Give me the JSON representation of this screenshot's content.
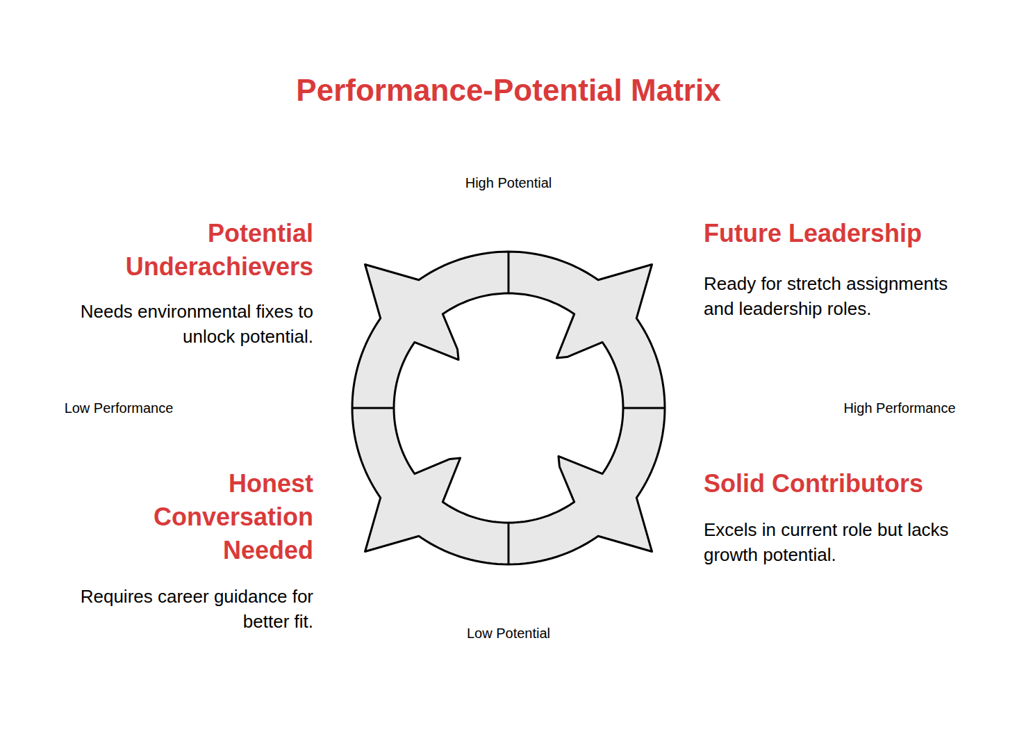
{
  "diagram": {
    "title": "Performance-Potential Matrix",
    "labels": [
      "High Potential",
      "Potential Underachievers",
      "Needs environmental fixes to unlock potential.",
      "Future Leadership",
      "Ready for stretch assignments and leadership roles.",
      "Low Performance",
      "High Performance",
      "Honest Conversation Needed",
      "Requires career guidance for better fit.",
      "Solid Contributors",
      "Excels in current role but lacks growth potential.",
      "Low Potential"
    ]
  }
}
